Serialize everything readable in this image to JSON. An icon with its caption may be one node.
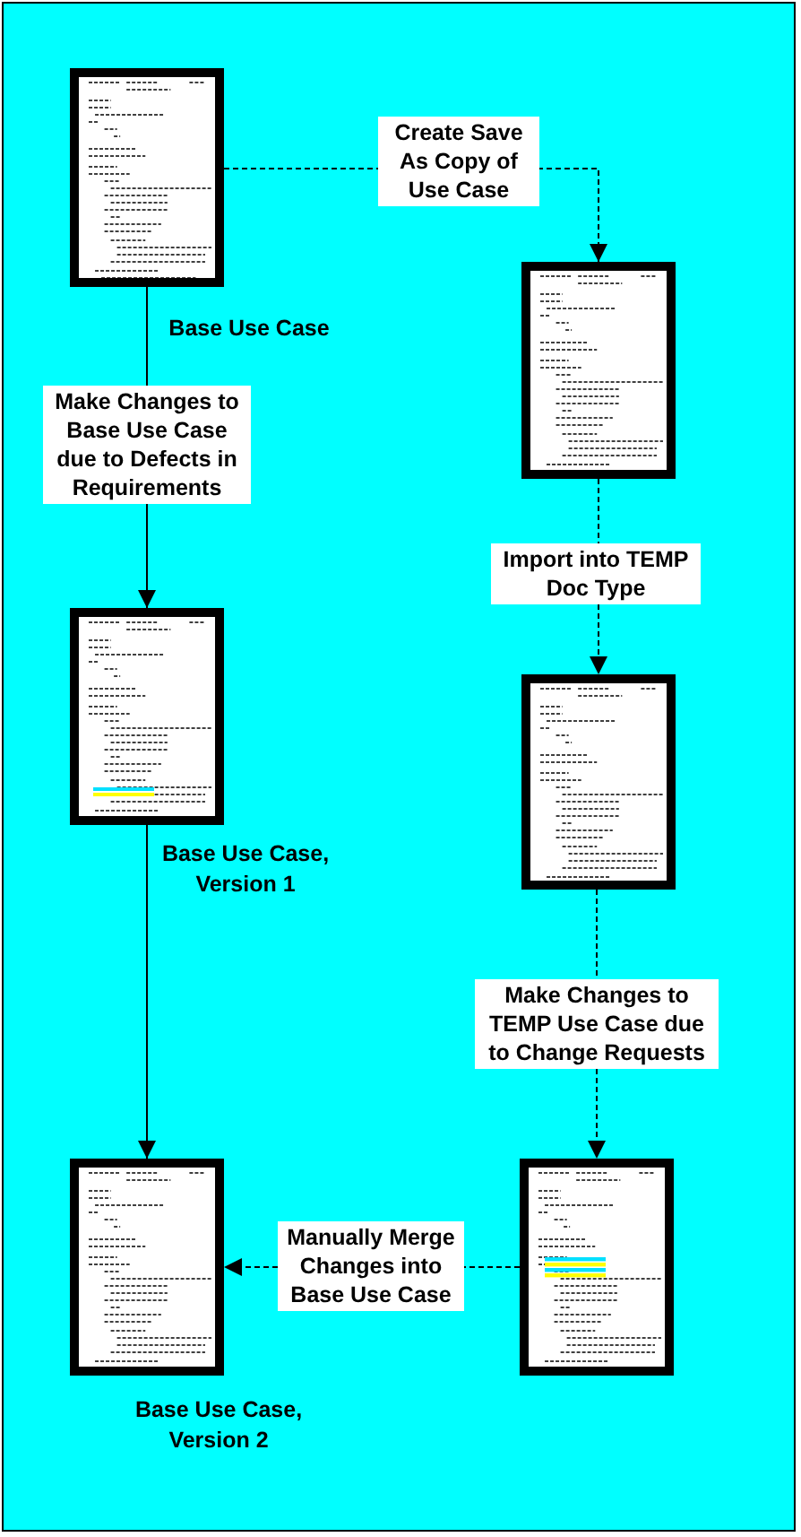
{
  "diagram": {
    "nodes": [
      {
        "text": [],
        "shape": "picture",
        "beside": [
          "Base Use Case"
        ]
      },
      {
        "text": [],
        "shape": "picture"
      },
      {
        "text": [],
        "shape": "picture",
        "beside": [
          "Base Use Case, Version 1"
        ]
      },
      {
        "text": [],
        "shape": "picture"
      },
      {
        "text": [],
        "shape": "picture",
        "beside": [
          "Base Use Case, Version 2"
        ]
      },
      {
        "text": [],
        "shape": "picture"
      }
    ],
    "edges": [
      {
        "from": 0,
        "to": 1,
        "arrow": "to",
        "style": "dashed",
        "label": "Create Save As Copy of Use Case"
      },
      {
        "from": 0,
        "to": 2,
        "arrow": "to",
        "label": "Make Changes to Base Use Case due to Defects in Requirements"
      },
      {
        "from": 1,
        "to": 3,
        "arrow": "to",
        "style": "dashed",
        "label": "Import into TEMP Doc Type"
      },
      {
        "from": 2,
        "to": 4,
        "arrow": "to"
      },
      {
        "from": 3,
        "to": 5,
        "arrow": "to",
        "style": "dashed",
        "label": "Make Changes to TEMP Use Case due to Change Requests"
      },
      {
        "from": 5,
        "to": 4,
        "arrow": "to",
        "style": "dashed",
        "label": "Manually Merge Changes into Base Use Case"
      }
    ]
  }
}
